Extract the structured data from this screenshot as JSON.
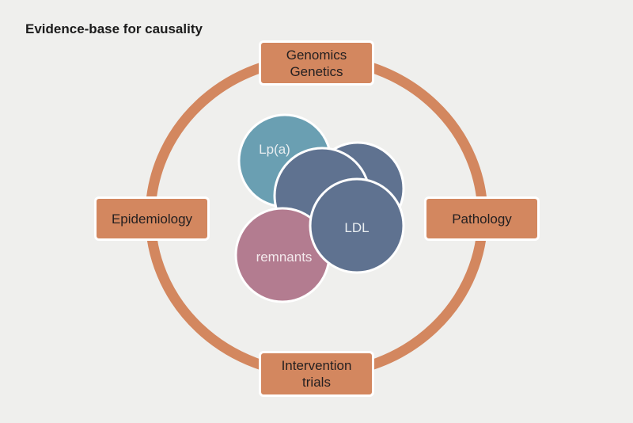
{
  "title": "Evidence-base for causality",
  "colors": {
    "background": "#efefed",
    "ring": "#d3875f",
    "box_fill": "#d3875f",
    "lpa": "#6a9fb2",
    "ldl": "#5f7290",
    "remnants": "#b37c90"
  },
  "evidence_boxes": {
    "top": {
      "line1": "Genomics",
      "line2": "Genetics"
    },
    "left": {
      "line1": "Epidemiology"
    },
    "right": {
      "line1": "Pathology"
    },
    "bottom": {
      "line1": "Intervention",
      "line2": "trials"
    }
  },
  "lipoproteins": {
    "lpa": "Lp(a)",
    "ldl": "LDL",
    "remnants": "remnants"
  }
}
